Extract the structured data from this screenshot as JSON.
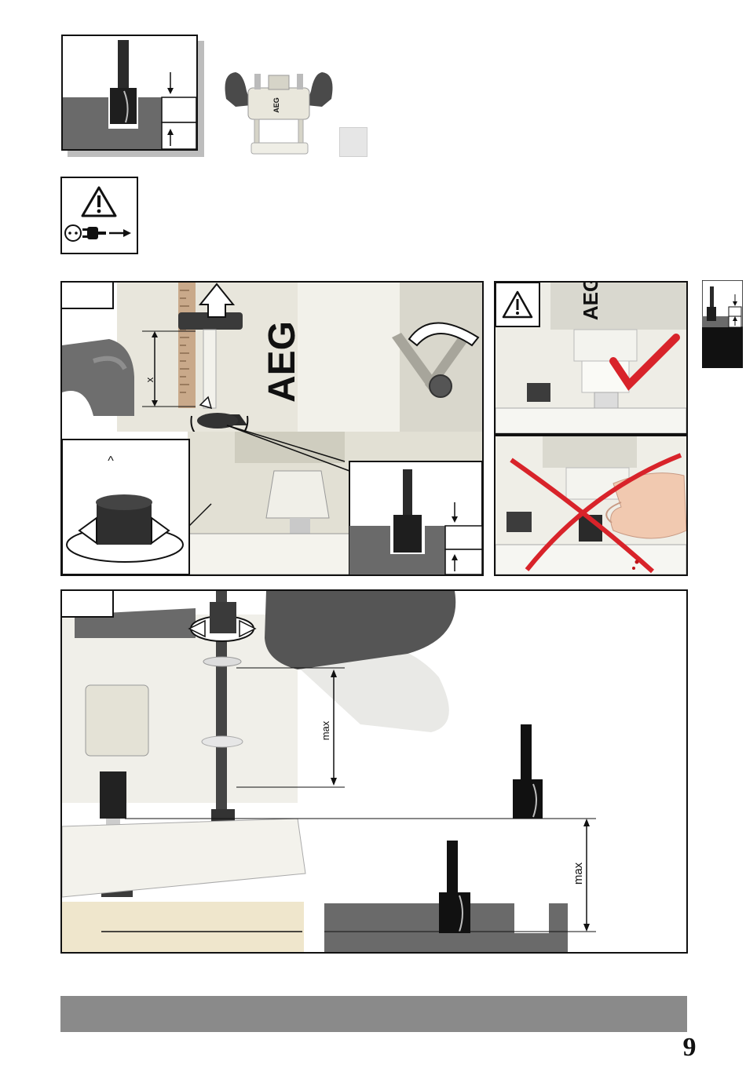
{
  "labels": {
    "x": "x",
    "caret": "^",
    "max_vertical": "max",
    "max_right": "max",
    "brand": "AEG",
    "brand_small": "AEG"
  },
  "page": {
    "number": "9"
  },
  "colors": {
    "gray_dark": "#5a5a5a",
    "gray_mid": "#8a8a8a",
    "cream": "#ecebe2",
    "red": "#d8232a",
    "black": "#111111",
    "wood": "#efe6cc"
  },
  "icons": {
    "warning": "warning-triangle-icon",
    "unplug": "unplug-icon",
    "check": "checkmark-icon",
    "cross": "cross-icon"
  }
}
